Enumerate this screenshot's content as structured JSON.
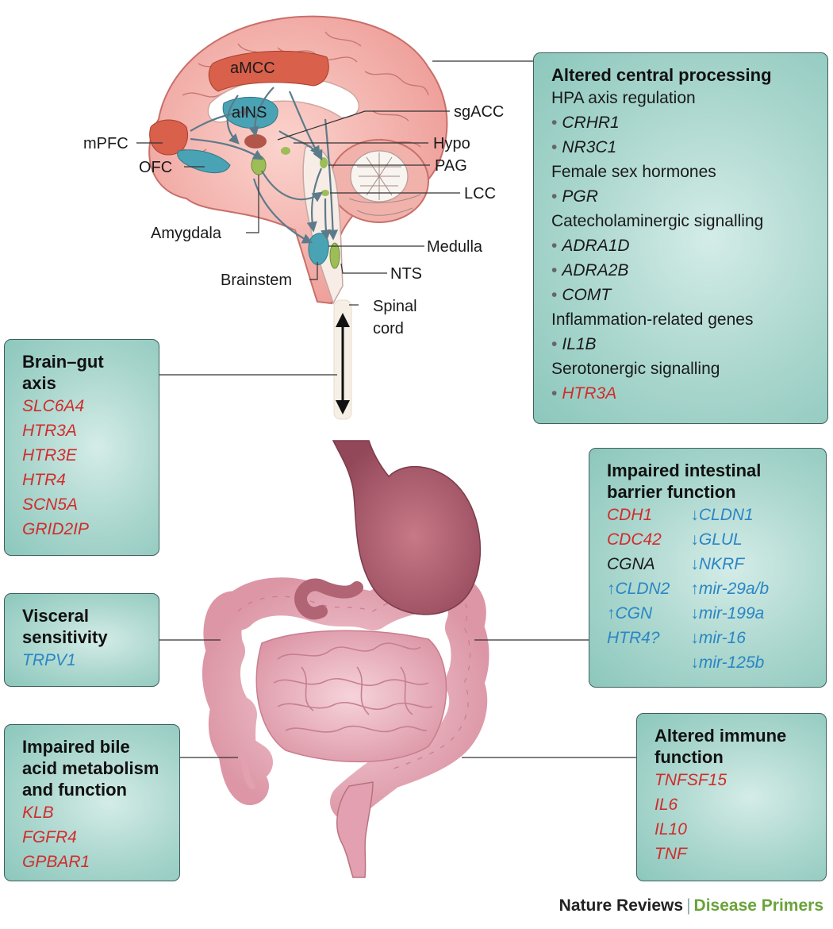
{
  "brain_labels": {
    "amcc": "aMCC",
    "ains": "aINS",
    "mpfc": "mPFC",
    "ofc": "OFC",
    "amygdala": "Amygdala",
    "brainstem": "Brainstem",
    "sgacc": "sgACC",
    "hypo": "Hypo",
    "pag": "PAG",
    "lcc": "LCC",
    "medulla": "Medulla",
    "nts": "NTS",
    "spinal_1": "Spinal",
    "spinal_2": "cord"
  },
  "central": {
    "title": "Altered central processing",
    "items": [
      {
        "kind": "heading",
        "text": "HPA axis regulation"
      },
      {
        "kind": "gene",
        "text": "CRHR1"
      },
      {
        "kind": "gene",
        "text": "NR3C1"
      },
      {
        "kind": "heading",
        "text": "Female sex hormones"
      },
      {
        "kind": "gene",
        "text": "PGR"
      },
      {
        "kind": "heading",
        "text": "Catecholaminergic signalling"
      },
      {
        "kind": "gene",
        "text": "ADRA1D"
      },
      {
        "kind": "gene",
        "text": "ADRA2B"
      },
      {
        "kind": "gene",
        "text": "COMT"
      },
      {
        "kind": "heading",
        "text": "Inflammation-related genes"
      },
      {
        "kind": "gene",
        "text": "IL1B"
      },
      {
        "kind": "heading",
        "text": "Serotonergic signalling"
      },
      {
        "kind": "gene_red",
        "text": "HTR3A"
      }
    ]
  },
  "brain_gut": {
    "title_1": "Brain–gut",
    "title_2": "axis",
    "genes": [
      "SLC6A4",
      "HTR3A",
      "HTR3E",
      "HTR4",
      "SCN5A",
      "GRID2IP"
    ]
  },
  "visceral": {
    "title_1": "Visceral",
    "title_2": "sensitivity",
    "genes": [
      "TRPV1"
    ]
  },
  "bile": {
    "title_1": "Impaired bile",
    "title_2": "acid metabolism",
    "title_3": "and function",
    "genes": [
      "KLB",
      "FGFR4",
      "GPBAR1"
    ]
  },
  "barrier": {
    "title_1": "Impaired intestinal",
    "title_2": "barrier function",
    "left": [
      {
        "text": "CDH1",
        "color": "red"
      },
      {
        "text": "CDC42",
        "color": "red"
      },
      {
        "text": "CGNA",
        "color": "blk"
      },
      {
        "text": "↑CLDN2",
        "color": "blue"
      },
      {
        "text": "↑CGN",
        "color": "blue"
      },
      {
        "text": "HTR4?",
        "color": "blue"
      }
    ],
    "right": [
      {
        "text": "↓CLDN1",
        "color": "blue"
      },
      {
        "text": "↓GLUL",
        "color": "blue"
      },
      {
        "text": "↓NKRF",
        "color": "blue"
      },
      {
        "text": "↑mir-29a/b",
        "color": "blue"
      },
      {
        "text": "↓mir-199a",
        "color": "blue"
      },
      {
        "text": "↓mir-16",
        "color": "blue"
      },
      {
        "text": "↓mir-125b",
        "color": "blue"
      }
    ]
  },
  "immune": {
    "title_1": "Altered immune",
    "title_2": "function",
    "genes": [
      "TNFSF15",
      "IL6",
      "IL10",
      "TNF"
    ]
  },
  "footer": {
    "journal": "Nature Reviews",
    "separator": "|",
    "section": "Disease Primers"
  },
  "colors": {
    "box_fill": "#a9d6cd",
    "box_border": "#3f5f5c",
    "gene_red": "#d12c2c",
    "gene_blue": "#2a86c4",
    "brain_pink": "#f3aea9",
    "region_red": "#d9604a",
    "region_teal": "#4aa3b5",
    "gut_stomach": "#a85a6a",
    "gut_intestine": "#e8aab6",
    "accent_green": "#6aa33a"
  }
}
